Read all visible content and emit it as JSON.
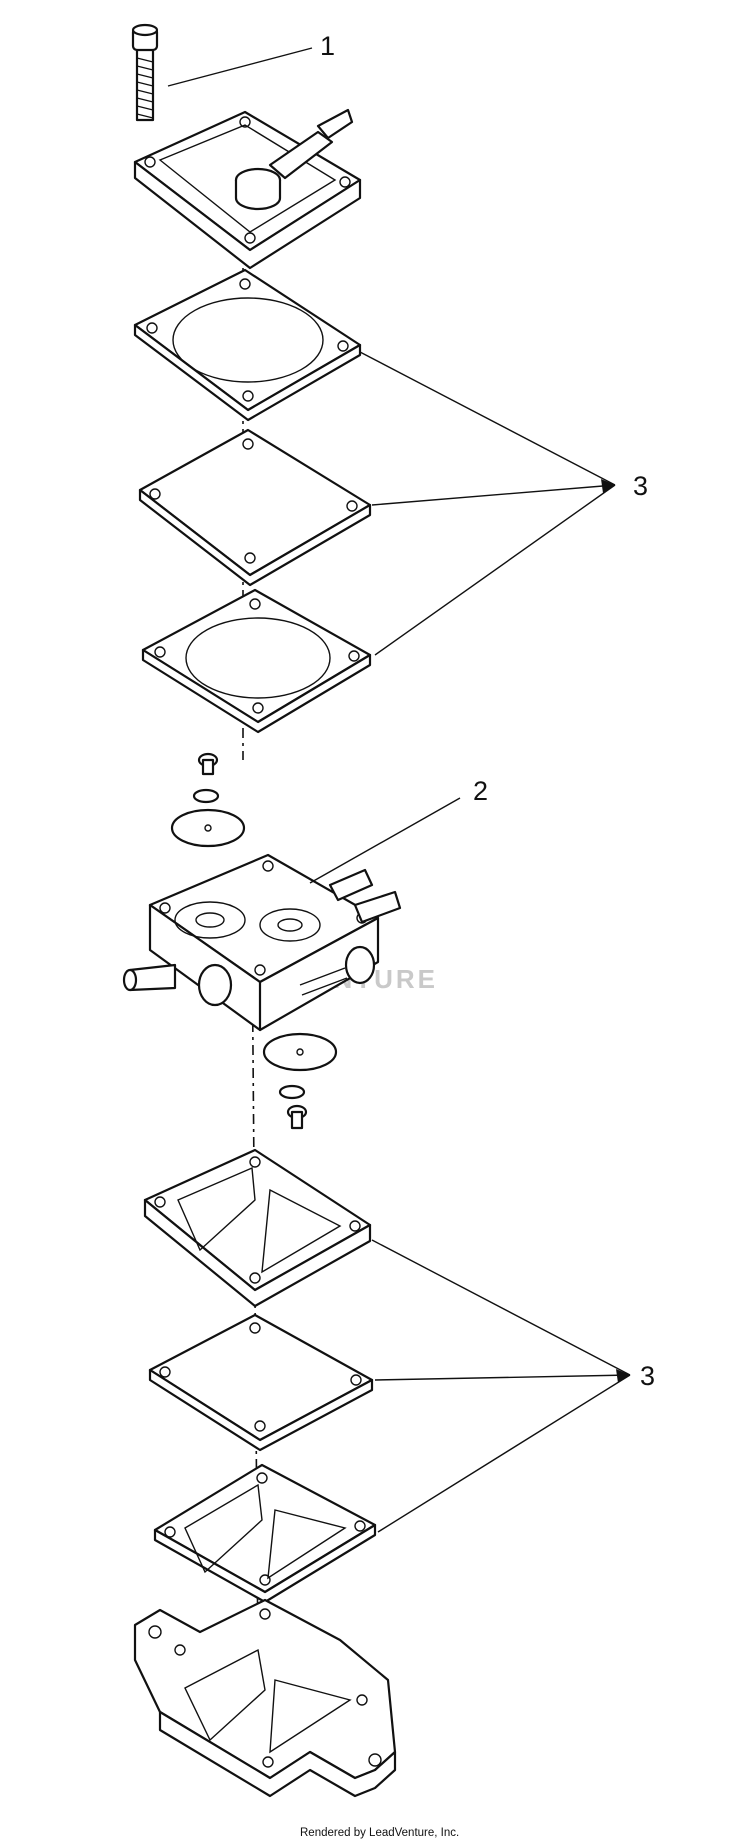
{
  "diagram": {
    "callouts": [
      {
        "label": "1"
      },
      {
        "label": "2"
      },
      {
        "label": "3"
      },
      {
        "label": "3"
      }
    ],
    "watermark": "LEADVENTURE",
    "footer": "Rendered by LeadVenture, Inc."
  }
}
